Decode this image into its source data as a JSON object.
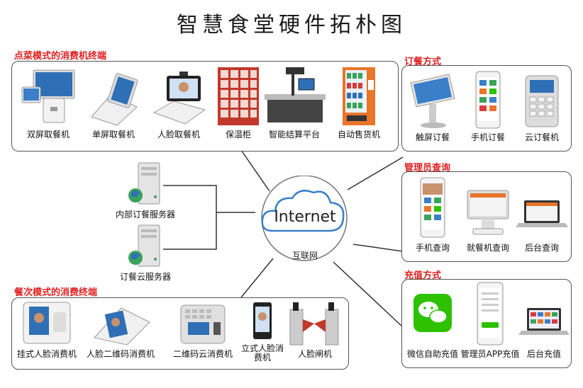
{
  "title": "智慧食堂硬件拓朴图",
  "sections": {
    "top_left": "点菜模式的消费机终端",
    "bottom_left": "餐次模式的消费终端",
    "order": "订餐方式",
    "admin": "管理员查询",
    "recharge": "充值方式"
  },
  "top_left_items": [
    "双屏取餐机",
    "单屏取餐机",
    "人脸取餐机",
    "保温柜",
    "智能结算平台",
    "自动售货机"
  ],
  "bottom_left_items": [
    "挂式人脸消费机",
    "人脸二维码消费机",
    "二维码云消费机",
    "立式人脸消费机",
    "人脸闸机"
  ],
  "order_items": [
    "触屏订餐",
    "手机订餐",
    "云订餐机"
  ],
  "admin_items": [
    "手机查询",
    "就餐机查询",
    "后台查询"
  ],
  "recharge_items": [
    "微信自助充值",
    "管理员APP充值",
    "后台充值"
  ],
  "servers": [
    "内部订餐服务器",
    "订餐云服务器"
  ],
  "cloud": {
    "word": "Internet",
    "label": "互联网"
  },
  "colors": {
    "accent": "#e02020",
    "border": "#555555",
    "cloud": "#3a7fc8",
    "wechat": "#2dc100"
  }
}
